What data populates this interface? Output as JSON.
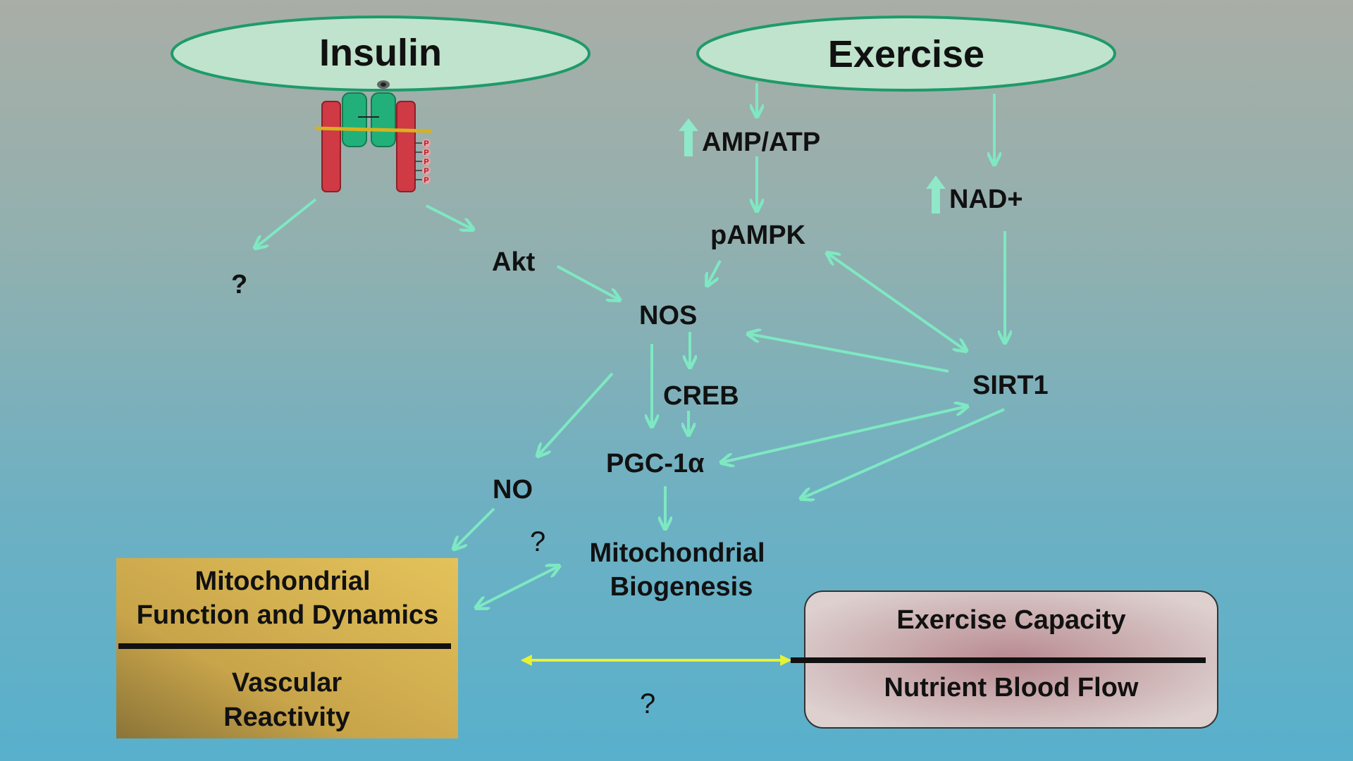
{
  "colors": {
    "arrow": "#7ee8c2",
    "oval_fill": "#bfe3cc",
    "oval_stroke": "#1f9a6a",
    "gold_box": "#d9b64e",
    "pink_box": "#d9bcbc",
    "yellow_arrow": "#e6f235"
  },
  "ovals": {
    "insulin": "Insulin",
    "exercise": "Exercise"
  },
  "nodes": {
    "amp_atp": "AMP/ATP",
    "nad": "NAD+",
    "pampk": "pAMPK",
    "akt": "Akt",
    "nos": "NOS",
    "creb": "CREB",
    "sirt1": "SIRT1",
    "pgc": "PGC-1α",
    "no": "NO",
    "mito_bio_1": "Mitochondrial",
    "mito_bio_2": "Biogenesis"
  },
  "question_marks": [
    "?",
    "?",
    "?"
  ],
  "receptor": {
    "icon": "insulin-receptor-icon",
    "phospho_labels": [
      "P",
      "P",
      "P",
      "P",
      "P"
    ]
  },
  "boxes": {
    "left": {
      "top_line1": "Mitochondrial",
      "top_line2": "Function and Dynamics",
      "bottom_line1": "Vascular",
      "bottom_line2": "Reactivity"
    },
    "right": {
      "top": "Exercise Capacity",
      "bottom": "Nutrient Blood Flow"
    }
  }
}
